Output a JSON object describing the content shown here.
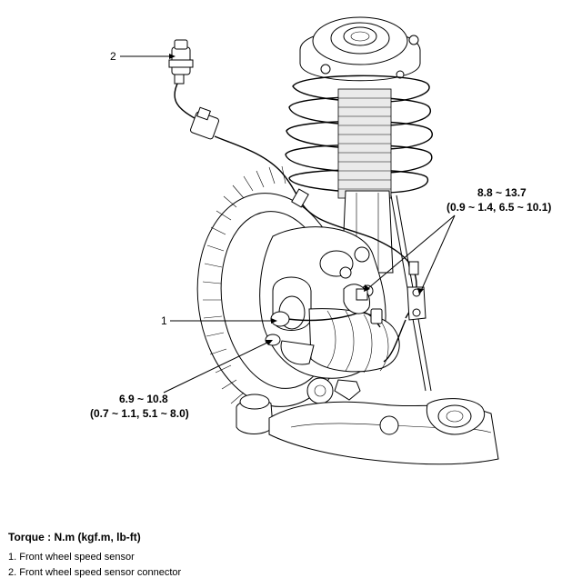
{
  "callouts": {
    "num_1": "1",
    "num_2": "2",
    "torque_upper_line1": "8.8 ~ 13.7",
    "torque_upper_line2": "(0.9 ~ 1.4, 6.5 ~ 10.1)",
    "torque_lower_line1": "6.9 ~ 10.8",
    "torque_lower_line2": "(0.7 ~ 1.1, 5.1 ~ 8.0)"
  },
  "legend": {
    "title": "Torque : N.m (kgf.m, lb-ft)",
    "items": [
      "1. Front wheel speed sensor",
      "2. Front wheel speed sensor connector"
    ]
  }
}
